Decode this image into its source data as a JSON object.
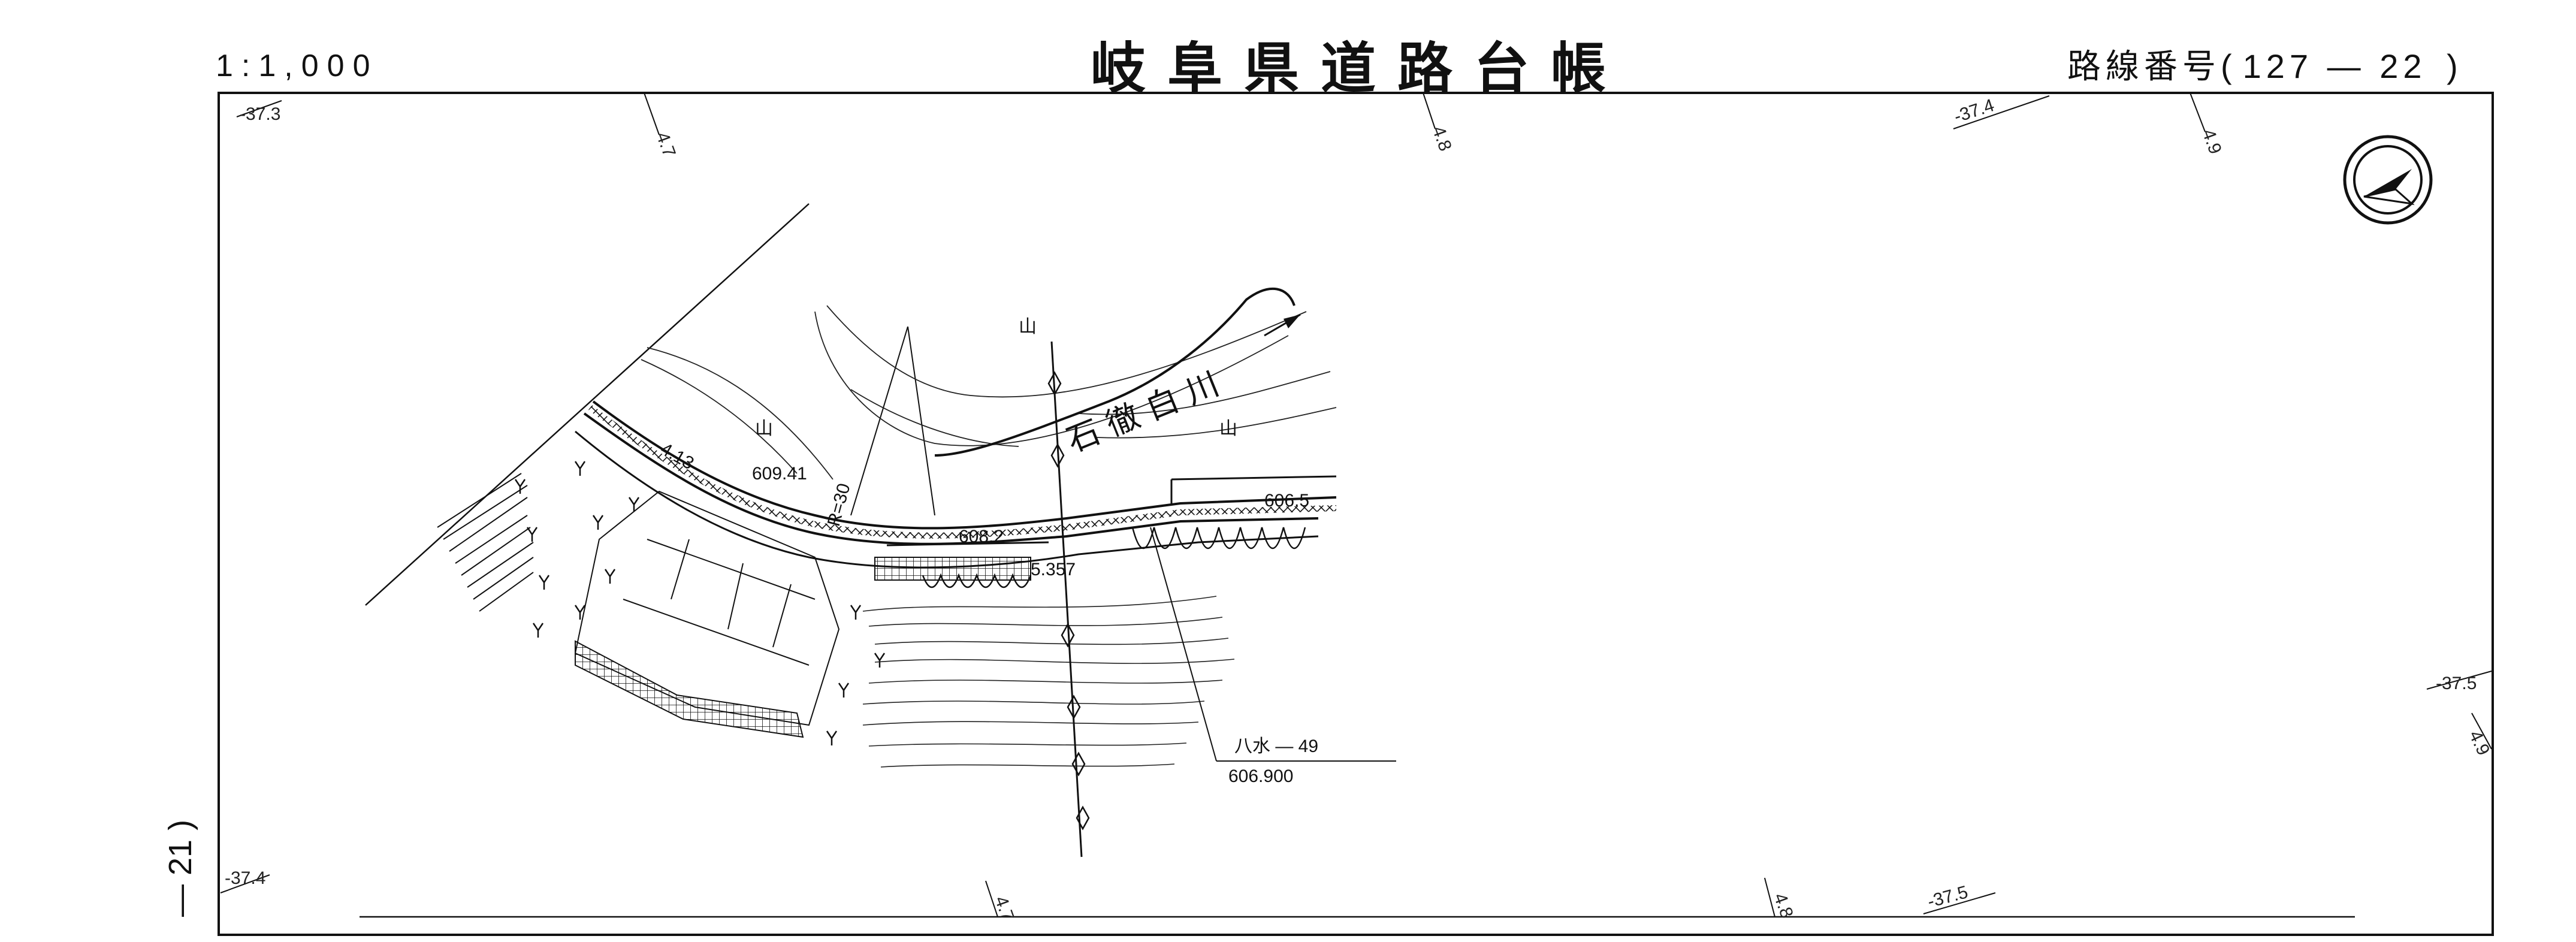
{
  "header": {
    "scale": "1:1,000",
    "title": "岐阜県道路台帳",
    "route_label": "路線番号(",
    "route_number": "127 — 22",
    "route_close": ")"
  },
  "frame_ticks": {
    "top": [
      "-37.3",
      "4.7",
      "4.8",
      "-37.4",
      "4.9"
    ],
    "bottom": [
      "-37.4",
      "4.7",
      "4.8",
      "-37.5"
    ],
    "right": [
      "-37.5",
      "4.9"
    ]
  },
  "map_labels": {
    "river_name": "石 徹 白 川",
    "mountain_marks": [
      "山",
      "山",
      "山"
    ],
    "curve_radius": "R=30",
    "elevations": [
      "609.41",
      "608.2",
      "606.5",
      "5.357"
    ],
    "section_label": "4.13",
    "benchmark_id": "八水 — 49",
    "benchmark_elevation": "606.900"
  },
  "compass": {
    "name": "north-arrow"
  },
  "page_index": "— 21 )",
  "colors": {
    "ink": "#111111",
    "paper": "#ffffff"
  }
}
